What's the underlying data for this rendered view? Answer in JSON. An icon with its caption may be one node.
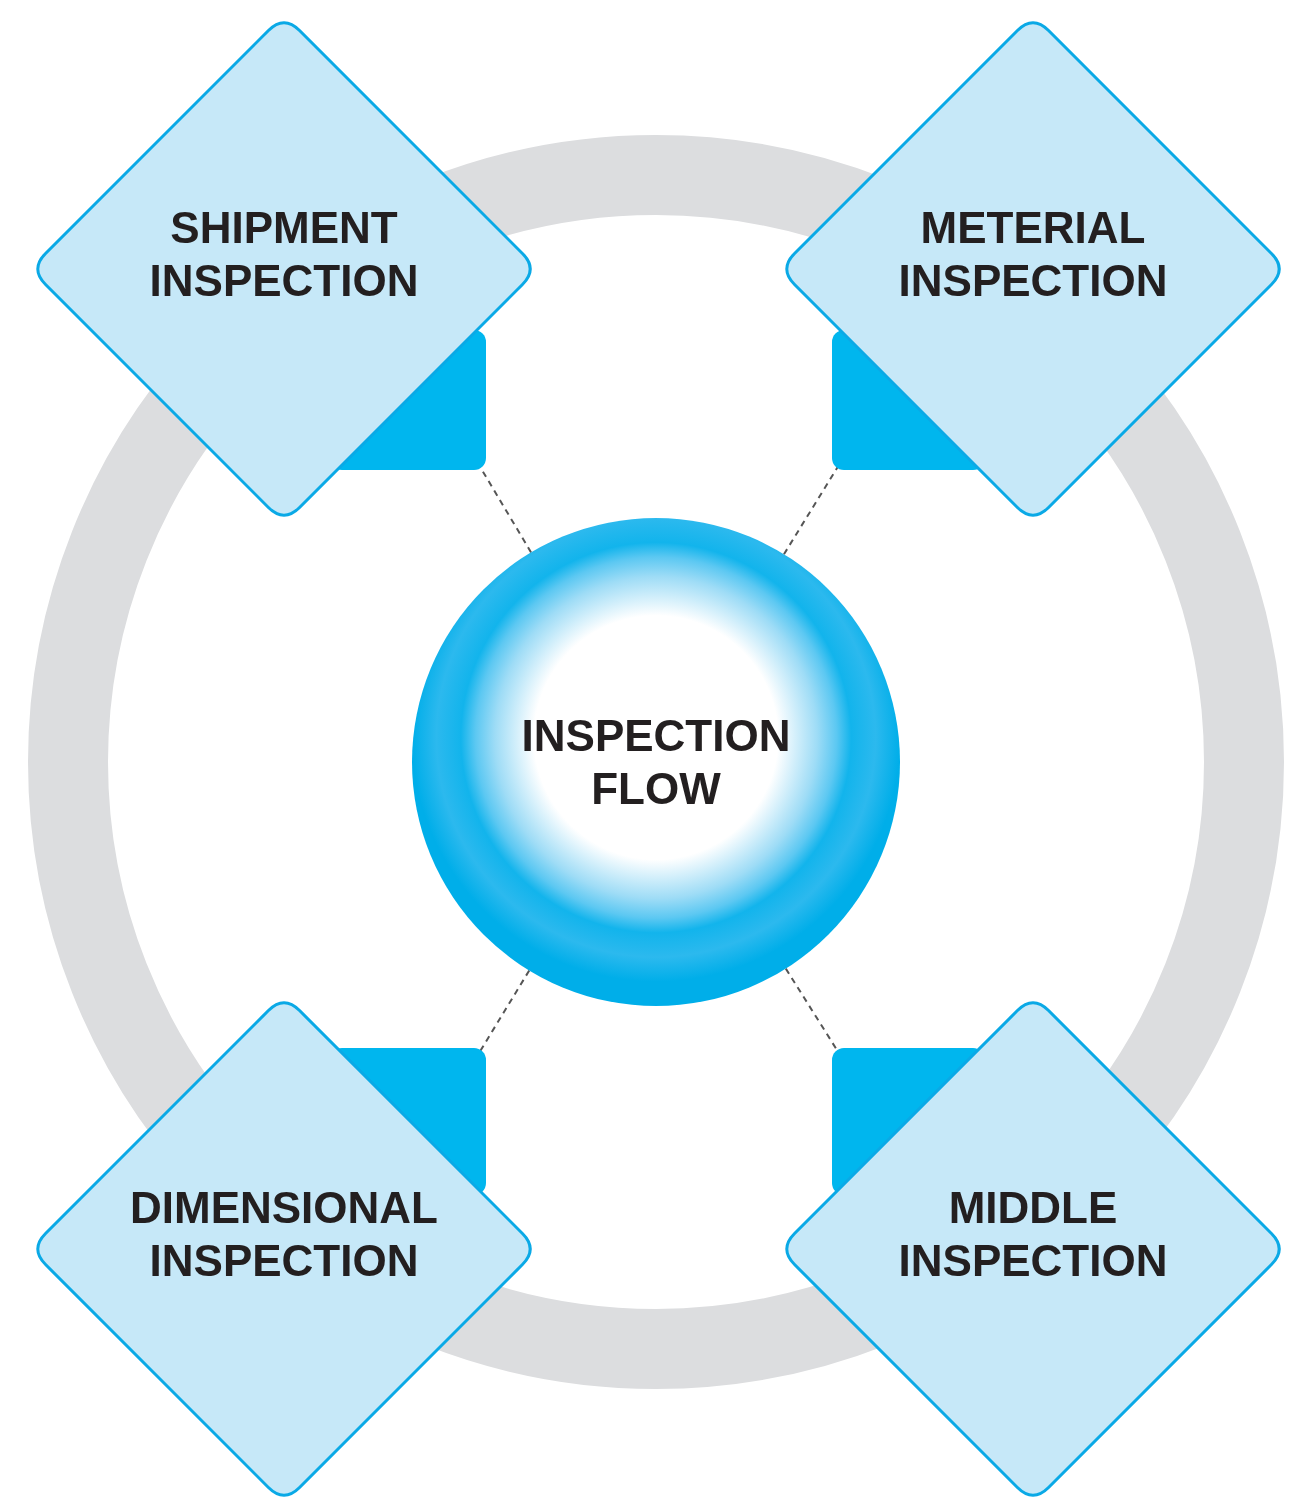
{
  "diagram": {
    "nodes": [
      {
        "text": [
          "SHIPMENT INSPECTION"
        ]
      },
      {
        "text": [
          "METERIAL INSPECTION"
        ]
      },
      {
        "text": [
          "INSPECTION FLOW"
        ]
      },
      {
        "text": [
          "DIMENSIONAL INSPECTION"
        ]
      },
      {
        "text": [
          "MIDDLE INSPECTION"
        ]
      }
    ],
    "edges": [
      {
        "from": 2,
        "to": 0,
        "arrow": "none",
        "style": "dashed"
      },
      {
        "from": 2,
        "to": 1,
        "arrow": "none",
        "style": "dashed"
      },
      {
        "from": 2,
        "to": 3,
        "arrow": "none",
        "style": "dashed"
      },
      {
        "from": 2,
        "to": 4,
        "arrow": "none",
        "style": "dashed"
      }
    ]
  }
}
